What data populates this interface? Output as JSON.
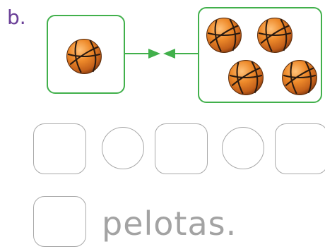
{
  "exercise": {
    "part_label": "b.",
    "word": "pelotas."
  },
  "icons": {
    "ball": "basketball-icon"
  },
  "colors": {
    "part_label": "#6a3f97",
    "group_border": "#41b04b",
    "arrow": "#41b04b",
    "answer_border": "#a9a9a9",
    "word": "#a3a3a3",
    "ball_orange": "#e37c1e",
    "ball_lines": "#2a1a10"
  },
  "groups": {
    "left_ball_count": 1,
    "right_ball_count": 4
  }
}
